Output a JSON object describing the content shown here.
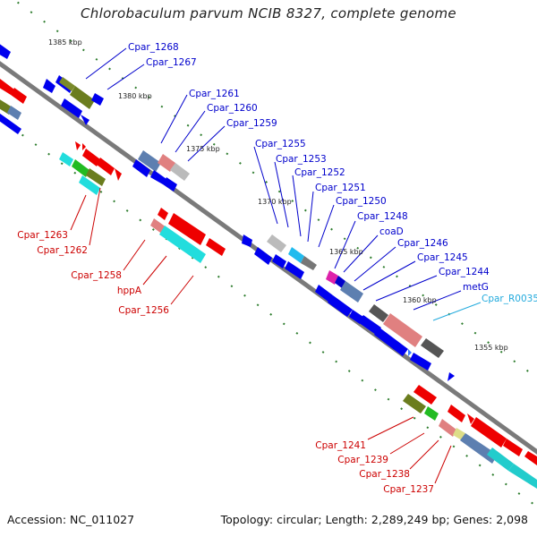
{
  "title": "Chlorobaculum parvum NCIB 8327, complete genome",
  "accession": "Accession: NC_011027",
  "summary": "Topology: circular; Length: 2,289,249 bp; Genes: 2,098",
  "colors": {
    "background": "#ffffff",
    "backbone": "#7a7a7a",
    "tick": "#2e7d2e",
    "forward_label": "#0000cc",
    "reverse_label": "#cc0000",
    "rna_label": "#22aadd"
  },
  "scale_labels": [
    "1385 kbp",
    "1380 kbp",
    "1375 kbp",
    "1370 kbp",
    "1365 kbp",
    "1360 kbp",
    "1355 kbp"
  ],
  "forward_labels": [
    "Cpar_1268",
    "Cpar_1267",
    "Cpar_1261",
    "Cpar_1260",
    "Cpar_1259",
    "Cpar_1255",
    "Cpar_1253",
    "Cpar_1252",
    "Cpar_1251",
    "Cpar_1250",
    "Cpar_1248",
    "coaD",
    "Cpar_1246",
    "Cpar_1245",
    "Cpar_1244",
    "metG"
  ],
  "rna_labels": [
    "Cpar_R0035"
  ],
  "reverse_labels": [
    "Cpar_1263",
    "Cpar_1262",
    "Cpar_1258",
    "hppA",
    "Cpar_1256",
    "Cpar_1241",
    "Cpar_1239",
    "Cpar_1238",
    "Cpar_1237"
  ]
}
